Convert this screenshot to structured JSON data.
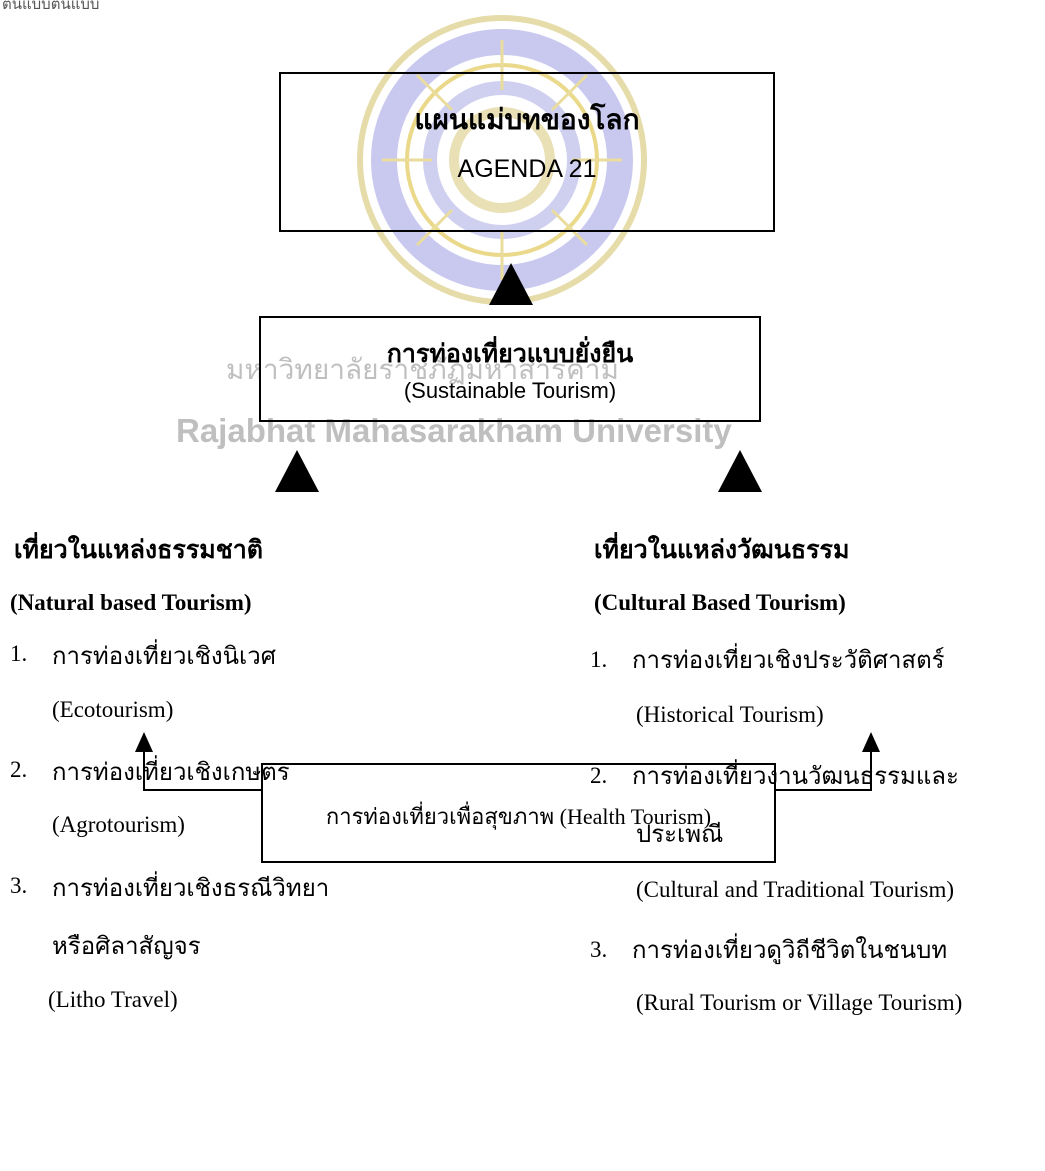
{
  "top_left_fragment": "ต้นแบบต้นแบบ",
  "agenda_box": {
    "thai": "แผนแม่บทของโลก",
    "en": "AGENDA 21"
  },
  "sustainable_box": {
    "thai": "การท่องเที่ยวแบบยั่งยืน",
    "en": "(Sustainable Tourism)"
  },
  "watermark": {
    "thai": "มหาวิทยาลัยราชภัฏมหาสารคาม",
    "en": "Rajabhat Mahasarakham University"
  },
  "natural": {
    "heading_thai": "เที่ยวในแหล่งธรรมชาติ",
    "heading_en": "(Natural based Tourism)",
    "items": [
      {
        "num": "1.",
        "thai": "การท่องเที่ยวเชิงนิเวศ",
        "en": "(Ecotourism)"
      },
      {
        "num": "2.",
        "thai": "การท่องเที่ยวเชิงเกษตร",
        "en": "(Agrotourism)"
      },
      {
        "num": "3.",
        "thai": "การท่องเที่ยวเชิงธรณีวิทยา",
        "thai2": "หรือศิลาสัญจร",
        "en": "(Litho Travel)"
      }
    ]
  },
  "cultural": {
    "heading_thai": "เที่ยวในแหล่งวัฒนธรรม",
    "heading_en": "(Cultural Based Tourism)",
    "items": [
      {
        "num": "1.",
        "thai": "การท่องเที่ยวเชิงประวัติศาสตร์",
        "en": "(Historical Tourism)"
      },
      {
        "num": "2.",
        "thai": "การท่องเที่ยวงานวัฒนธรรมและ",
        "thai2": "ประเพณี",
        "en": "(Cultural and Traditional Tourism)"
      },
      {
        "num": "3.",
        "thai": "การท่องเที่ยวดูวิถีชีวิตในชนบท",
        "en": "(Rural Tourism or Village Tourism)"
      }
    ]
  },
  "health_box": "การท่องเที่ยวเพื่อสุขภาพ (Health Tourism)"
}
